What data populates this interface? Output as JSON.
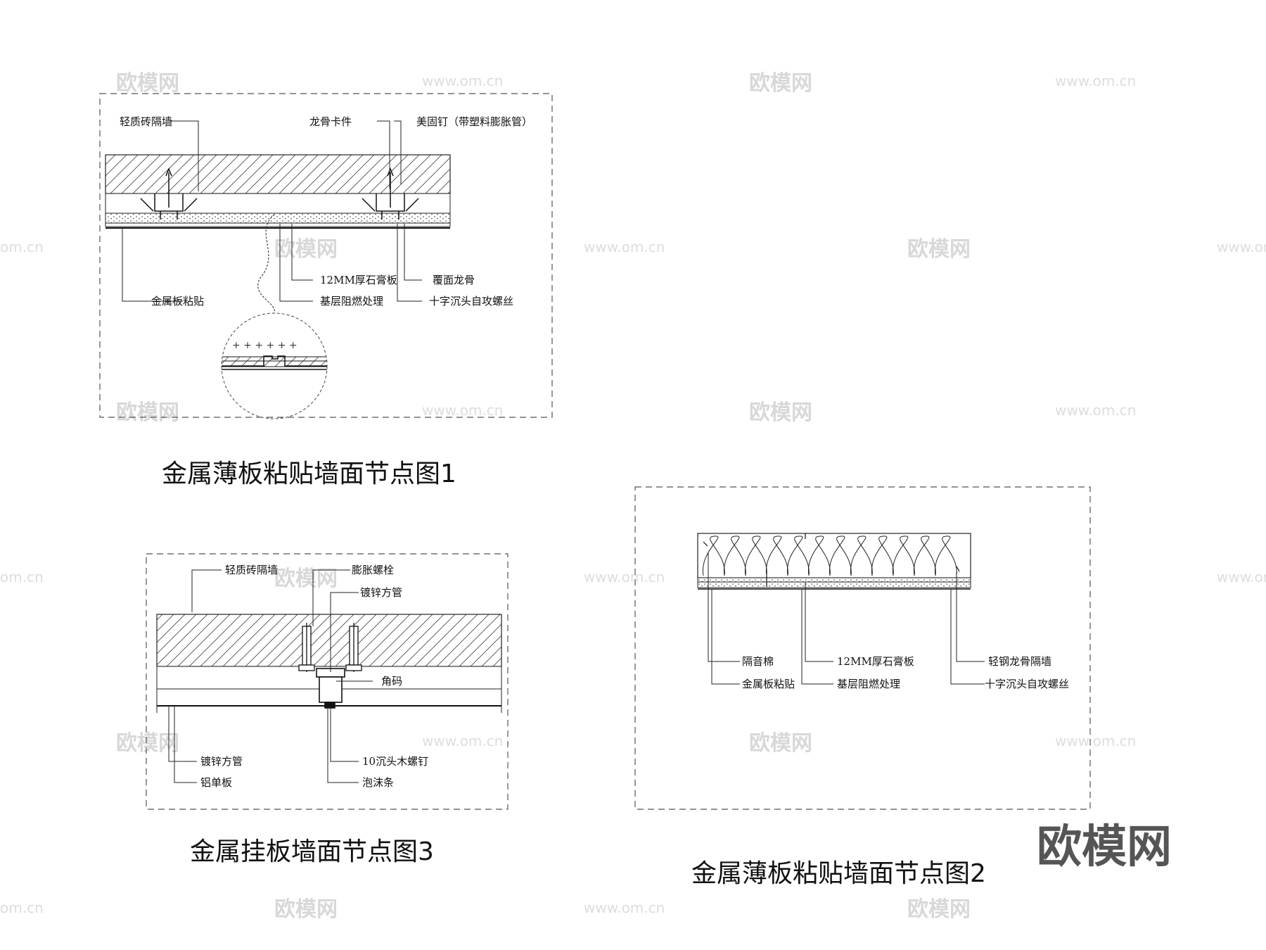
{
  "watermark": {
    "logo": "欧模网",
    "url": "www.om.cn",
    "short": "om.cn"
  },
  "brand": "欧模网",
  "diagram1": {
    "title": "金属薄板粘贴墙面节点图1",
    "labels": {
      "brick_wall": "轻质砖隔墙",
      "keel_clip": "龙骨卡件",
      "nail": "美固钉（带塑料膨胀管）",
      "gypsum": "12MM厚石膏板",
      "flame": "基层阻燃处理",
      "cover_keel": "覆面龙骨",
      "screw": "十字沉头自攻螺丝",
      "metal_glue": "金属板粘贴"
    }
  },
  "diagram2": {
    "title": "金属薄板粘贴墙面节点图2",
    "labels": {
      "insulation": "隔音棉",
      "metal_glue": "金属板粘贴",
      "gypsum": "12MM厚石膏板",
      "flame": "基层阻燃处理",
      "steel_wall": "轻钢龙骨隔墙",
      "screw": "十字沉头自攻螺丝"
    }
  },
  "diagram3": {
    "title": "金属挂板墙面节点图3",
    "labels": {
      "brick_wall": "轻质砖隔墙",
      "anchor": "膨胀螺栓",
      "tube_top": "镀锌方管",
      "angle": "角码",
      "tube_bottom": "镀锌方管",
      "panel": "铝单板",
      "wood_screw": "10沉头木螺钉",
      "foam": "泡沫条"
    }
  }
}
